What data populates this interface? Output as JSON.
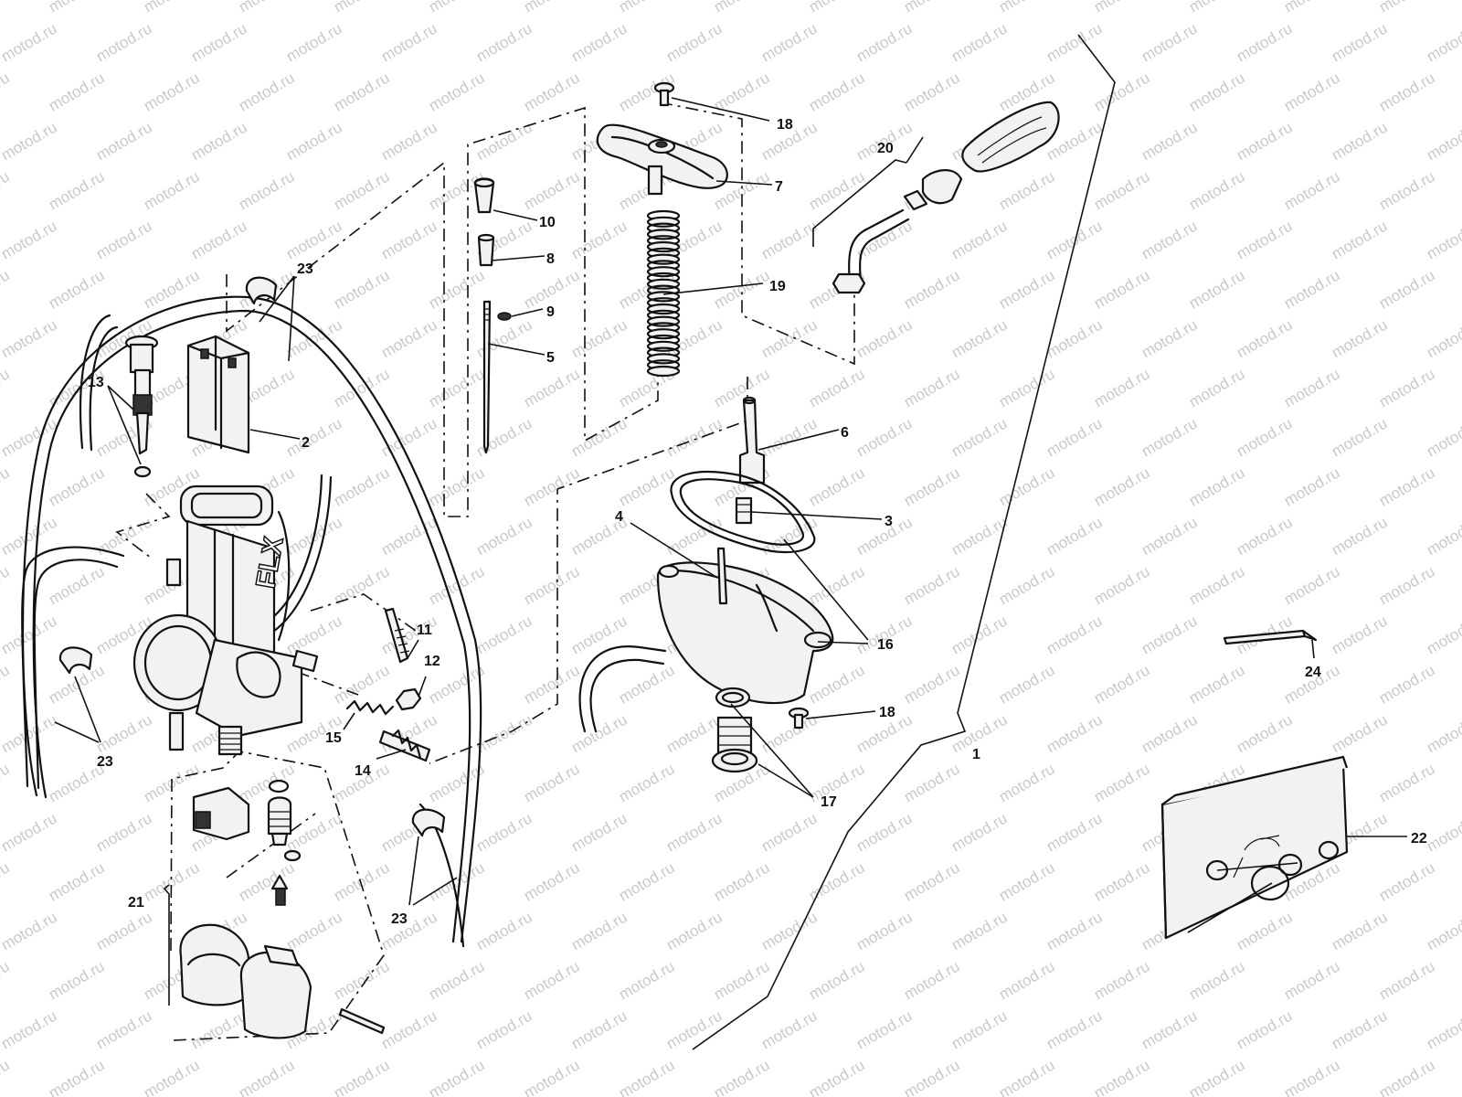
{
  "watermark": {
    "text": "motod.ru"
  },
  "labels": {
    "p1": "1",
    "p2": "2",
    "p3": "3",
    "p4": "4",
    "p5": "5",
    "p6": "6",
    "p7": "7",
    "p8": "8",
    "p9": "9",
    "p10": "10",
    "p11": "11",
    "p12": "12",
    "p13": "13",
    "p14": "14",
    "p15": "15",
    "p16": "16",
    "p17": "17",
    "p18a": "18",
    "p18b": "18",
    "p19": "19",
    "p20": "20",
    "p21": "21",
    "p22": "22",
    "p23a": "23",
    "p23b": "23",
    "p23c": "23",
    "p24": "24"
  },
  "brand_mark": "FLX"
}
